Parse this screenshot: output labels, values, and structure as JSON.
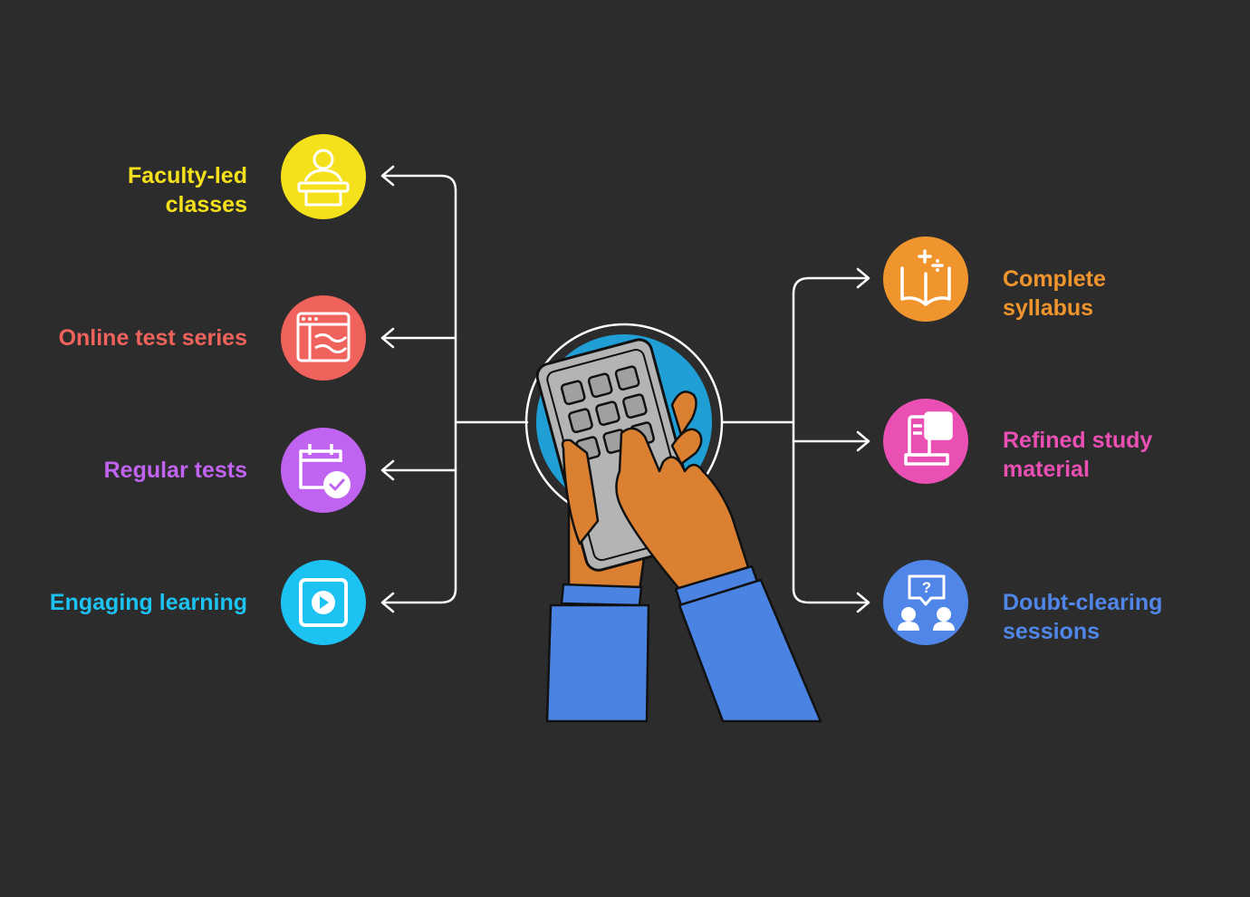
{
  "colors": {
    "background": "#2c2c2c",
    "connector": "#ffffff",
    "yellow": "#f5e11b",
    "red": "#f0625c",
    "purple": "#c063f0",
    "cyan": "#1cc2f2",
    "orange": "#f0952d",
    "pink": "#ea4fb4",
    "blue": "#4f86e8",
    "center_circle": "#1f9fd6",
    "skin": "#db8030",
    "sleeve": "#4b83e3",
    "device": "#b4b4b4"
  },
  "center": {
    "icon": "hands-calculator-icon"
  },
  "left_items": [
    {
      "lines": [
        "Faculty-led",
        "classes"
      ],
      "icon": "teacher-podium-icon",
      "color": "#f5e11b"
    },
    {
      "lines": [
        "Online test series"
      ],
      "icon": "browser-chart-icon",
      "color": "#f0625c"
    },
    {
      "lines": [
        "Regular tests"
      ],
      "icon": "calendar-check-icon",
      "color": "#c063f0"
    },
    {
      "lines": [
        "Engaging learning"
      ],
      "icon": "play-video-icon",
      "color": "#1cc2f2"
    }
  ],
  "right_items": [
    {
      "lines": [
        "Complete",
        "syllabus"
      ],
      "icon": "math-book-icon",
      "color": "#f0952d"
    },
    {
      "lines": [
        "Refined study",
        "material"
      ],
      "icon": "books-icon",
      "color": "#ea4fb4"
    },
    {
      "lines": [
        "Doubt-clearing",
        "sessions"
      ],
      "icon": "discussion-question-icon",
      "color": "#4f86e8"
    }
  ]
}
